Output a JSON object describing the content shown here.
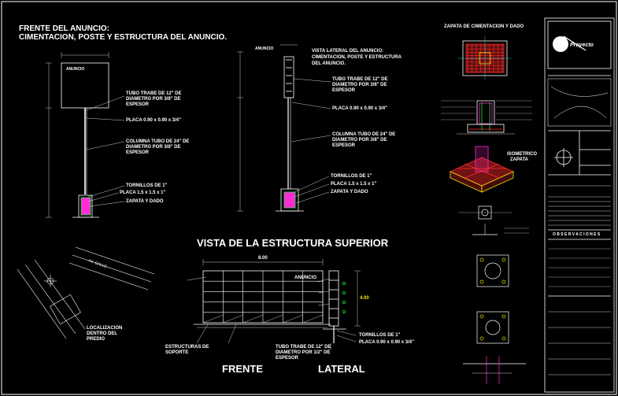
{
  "header": {
    "title_line1": "FRENTE DEL ANUNCIO:",
    "title_line2": "CIMENTACION, POSTE Y ESTRUCTURA DEL ANUNCIO."
  },
  "front_view": {
    "sign_label": "ANUNCIO",
    "tube_label": [
      "TUBO TRABE DE 12\" DE",
      "DIAMETRO POR 3/8\" DE",
      "ESPESOR"
    ],
    "plate_label": "PLACA 0.90 x 0.90 x 3/4\"",
    "column_label": [
      "COLUMNA TUBO DE 24\" DE",
      "DIAMETRO POR 3/8\" DE",
      "ESPESOR"
    ],
    "bolts_label": "TORNILLOS DE 1\"",
    "base_plate_label": "PLACA 1.5 x 1.5 x 1\"",
    "footing_label": "ZAPATA Y DADO"
  },
  "side_view": {
    "sign_label": "ANUNCIO",
    "title": [
      "VISTA LATERAL DEL ANUNCIO:",
      "CIMENTACION, POSTE Y ESTRUCTURA",
      "DEL ANUNCIO."
    ],
    "tube_label": [
      "TUBO TRABE DE 12\" DE",
      "DIAMETRO POR 3/8\" DE",
      "ESPESOR"
    ],
    "plate_label": "PLACA 0.90 x 0.90 x 3/4\"",
    "column_label": [
      "COLUMNA TUBO DE 24\" DE",
      "DIAMETRO POR 3/8\" DE",
      "ESPESOR"
    ],
    "bolts_label": "TORNILLOS DE 1\"",
    "base_plate_label": "PLACA 1.5 x 1.5 x 1\"",
    "footing_label": "ZAPATA Y DADO"
  },
  "footing": {
    "title": "ZAPATA DE CIMENTACION Y DADO",
    "isometric_label": [
      "ISOMETRICO",
      "ZAPATA"
    ]
  },
  "upper_structure": {
    "title": "VISTA DE LA ESTRUCTURA SUPERIOR",
    "width_dim": "8.00",
    "height_dim": "4.00",
    "sign_label": "ANUNCIO",
    "support_label": [
      "ESTRUCTURAS DE",
      "SOPORTE"
    ],
    "tube_label": [
      "TUBO TRABE DE 12\" DE",
      "DIAMETRO POR 1/2\" DE",
      "ESPESOR"
    ],
    "bolts_label": "TORNILLOS DE 1\"",
    "plate_label": "PLACA 0.90 x 0.90 x 3/4\"",
    "front_caption": "FRENTE",
    "side_caption": "LATERAL"
  },
  "location": {
    "label": [
      "LOCALIZACION",
      "DENTRO DEL",
      "PREDIO"
    ]
  },
  "title_block": {
    "firm": "Proyecto",
    "observations": "O B S E R V A C I O N E S"
  },
  "colors": {
    "background": "#000000",
    "line_white": "#ffffff",
    "line_yellow": "#f2e600",
    "red": "#ff2a2a",
    "magenta": "#ff2bd6",
    "green": "#22e03a",
    "cyan": "#35e8f0"
  }
}
